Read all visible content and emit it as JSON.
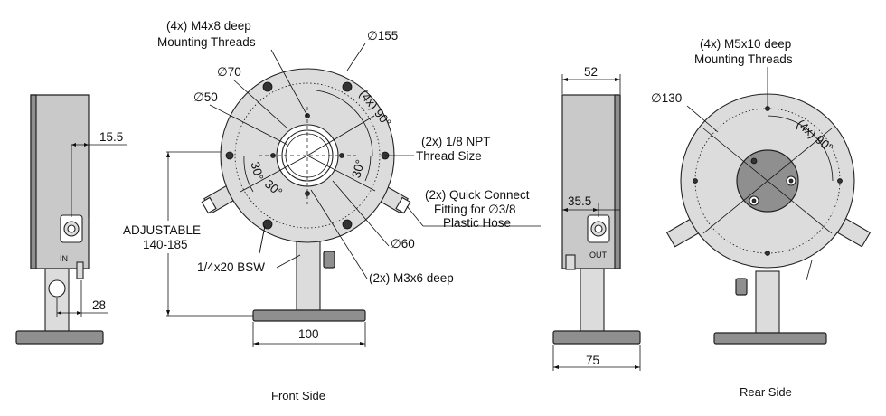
{
  "front": {
    "m4_threads": [
      "(4x) M4x8 deep",
      "Mounting Threads"
    ],
    "dia155": "∅155",
    "dia70": "∅70",
    "dia50": "∅50",
    "dia60": "∅60",
    "angle_4x90": "(4x) 90°",
    "angle30_a": "30°",
    "angle30_b": "30°",
    "angle30_c": "30°",
    "npt": [
      "(2x) 1/8 NPT",
      "Thread Size"
    ],
    "quick_connect": [
      "(2x) Quick Connect",
      "Fitting for  ∅3/8",
      "Plastic Hose"
    ],
    "adjustable": [
      "ADJUSTABLE",
      "140-185"
    ],
    "bsw": "1/4x20 BSW",
    "m3": "(2x) M3x6 deep",
    "width100": "100",
    "caption": "Front Side"
  },
  "left_side": {
    "dim15_5": "15.5",
    "dim28": "28",
    "in_label": "IN"
  },
  "right_side": {
    "dim52": "52",
    "dim35_5": "35.5",
    "dim75": "75",
    "out_label": "OUT"
  },
  "rear": {
    "m5_threads": [
      "(4x) M5x10 deep",
      "Mounting Threads"
    ],
    "dia130": "∅130",
    "angle_4x90": "(4x) 90°",
    "caption": "Rear Side"
  }
}
